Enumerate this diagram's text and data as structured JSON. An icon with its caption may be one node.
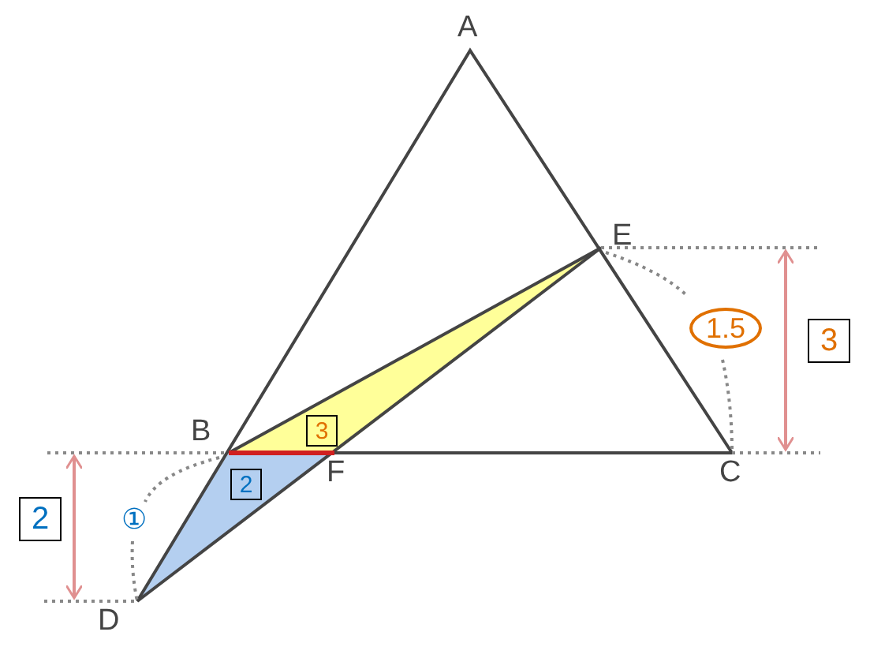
{
  "diagram": {
    "nodes": [
      {
        "text": [
          "2"
        ]
      },
      {
        "text": [
          "3"
        ]
      },
      {
        "text": [
          "1.5"
        ]
      },
      {
        "text": [
          "2"
        ]
      },
      {
        "text": [
          "3"
        ]
      }
    ],
    "labels": [
      "A",
      "E",
      "B",
      "F",
      "C",
      "D",
      "①"
    ]
  }
}
